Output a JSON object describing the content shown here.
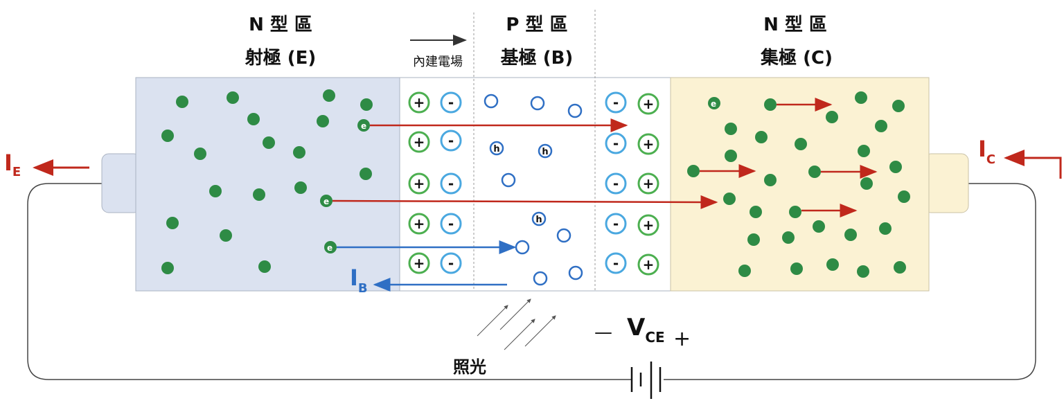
{
  "regions": {
    "emitter": {
      "type": "N 型 區",
      "name": "射極 (E)"
    },
    "base": {
      "type": "P 型 區",
      "name": "基極 (B)"
    },
    "collector": {
      "type": "N 型 區",
      "name": "集極 (C)"
    }
  },
  "field_label": "內建電場",
  "light_label": "照光",
  "vce": {
    "main": "V",
    "sub": "CE",
    "minus": "—",
    "plus": "+"
  },
  "currents": {
    "ie": {
      "main": "I",
      "sub": "E"
    },
    "ib": {
      "main": "I",
      "sub": "B"
    },
    "ic": {
      "main": "I",
      "sub": "C"
    }
  },
  "particles": {
    "electron": "e",
    "hole": "h",
    "positive_ion": "+",
    "negative_ion": "-"
  },
  "colors": {
    "emitter_fill": "#dbe2f0",
    "collector_fill": "#fbf2d3",
    "electron": "#2e8b45",
    "electron_flow_arrow": "#c0281c",
    "base_current_arrow": "#2f6fc4",
    "hole": "#2f6fc4",
    "positive_ion_ring": "#4caf50",
    "negative_ion_ring": "#4aa8e0",
    "current_label_red": "#c0281c",
    "current_label_blue": "#2f6fc4"
  }
}
